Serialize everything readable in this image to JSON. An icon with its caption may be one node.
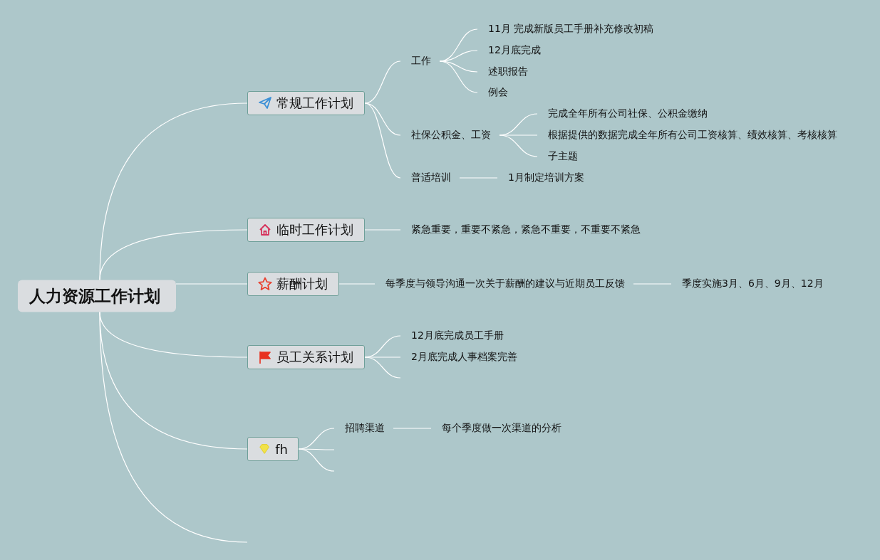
{
  "diagram": {
    "nodes": [
      {
        "text": [
          "人力资源工作计划"
        ]
      },
      {
        "text": [
          "常规工作计划"
        ]
      },
      {
        "text": [
          "工作"
        ]
      },
      {
        "text": [
          "11月 完成新版员工手册补充修改初稿"
        ]
      },
      {
        "text": [
          "12月底完成"
        ]
      },
      {
        "text": [
          "述职报告"
        ]
      },
      {
        "text": [
          "例会"
        ]
      },
      {
        "text": [
          "社保公积金、工资"
        ]
      },
      {
        "text": [
          "完成全年所有公司社保、公积金缴纳"
        ]
      },
      {
        "text": [
          "根据提供的数据完成全年所有公司工资核算、绩效核算、考核核算"
        ]
      },
      {
        "text": [
          "子主题"
        ]
      },
      {
        "text": [
          "普适培训"
        ]
      },
      {
        "text": [
          "1月制定培训方案"
        ]
      },
      {
        "text": [
          "临时工作计划"
        ]
      },
      {
        "text": [
          "紧急重要，重要不紧急，紧急不重要，不重要不紧急"
        ]
      },
      {
        "text": [
          "薪酬计划"
        ]
      },
      {
        "text": [
          "每季度与领导沟通一次关于薪酬的建议与近期员工反馈"
        ]
      },
      {
        "text": [
          "季度实施3月、6月、9月、12月"
        ]
      },
      {
        "text": [
          "员工关系计划"
        ]
      },
      {
        "text": [
          "12月底完成员工手册"
        ]
      },
      {
        "text": [
          "2月底完成人事档案完善"
        ]
      },
      {
        "text": [
          "fh"
        ]
      },
      {
        "text": [
          "招聘渠道"
        ]
      },
      {
        "text": [
          "每个季度做一次渠道的分析"
        ]
      }
    ],
    "edges": [
      {
        "from": 0,
        "to": 1,
        "arrow": "none"
      },
      {
        "from": 1,
        "to": 2,
        "arrow": "none"
      },
      {
        "from": 2,
        "to": 3,
        "arrow": "none"
      },
      {
        "from": 2,
        "to": 4,
        "arrow": "none"
      },
      {
        "from": 2,
        "to": 5,
        "arrow": "none"
      },
      {
        "from": 2,
        "to": 6,
        "arrow": "none"
      },
      {
        "from": 1,
        "to": 7,
        "arrow": "none"
      },
      {
        "from": 7,
        "to": 8,
        "arrow": "none"
      },
      {
        "from": 7,
        "to": 9,
        "arrow": "none"
      },
      {
        "from": 7,
        "to": 10,
        "arrow": "none"
      },
      {
        "from": 1,
        "to": 11,
        "arrow": "none"
      },
      {
        "from": 11,
        "to": 12,
        "arrow": "none"
      },
      {
        "from": 0,
        "to": 13,
        "arrow": "none"
      },
      {
        "from": 13,
        "to": 14,
        "arrow": "none"
      },
      {
        "from": 0,
        "to": 15,
        "arrow": "none"
      },
      {
        "from": 15,
        "to": 16,
        "arrow": "none"
      },
      {
        "from": 16,
        "to": 17,
        "arrow": "none"
      },
      {
        "from": 0,
        "to": 18,
        "arrow": "none"
      },
      {
        "from": 18,
        "to": 19,
        "arrow": "none"
      },
      {
        "from": 18,
        "to": 20,
        "arrow": "none"
      },
      {
        "from": 18,
        "to": null,
        "arrow": "none"
      },
      {
        "from": 0,
        "to": 21,
        "arrow": "none"
      },
      {
        "from": 21,
        "to": 22,
        "arrow": "none"
      },
      {
        "from": 22,
        "to": 23,
        "arrow": "none"
      },
      {
        "from": 21,
        "to": null,
        "arrow": "none"
      },
      {
        "from": 21,
        "to": null,
        "arrow": "none"
      },
      {
        "from": 0,
        "to": null,
        "arrow": "none"
      }
    ]
  }
}
